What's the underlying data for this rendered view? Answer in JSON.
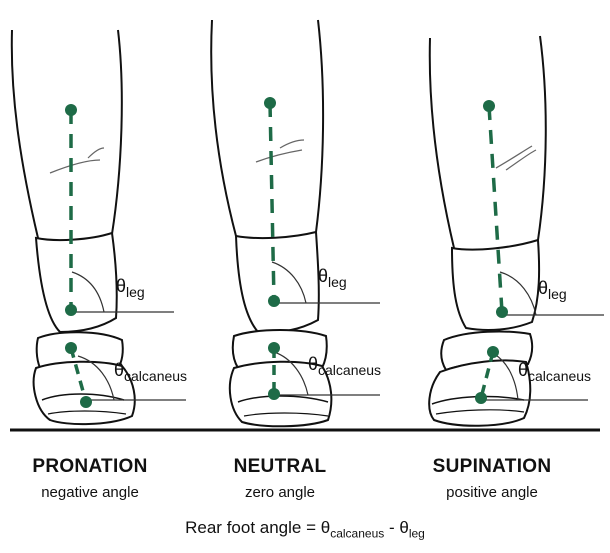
{
  "panels": [
    {
      "title": "PRONATION",
      "subtitle": "negative angle",
      "theta_symbol": "θ",
      "leg_subscript": "leg",
      "calc_subscript": "calcaneus"
    },
    {
      "title": "NEUTRAL",
      "subtitle": "zero angle",
      "theta_symbol": "θ",
      "leg_subscript": "leg",
      "calc_subscript": "calcaneus"
    },
    {
      "title": "SUPINATION",
      "subtitle": "positive angle",
      "theta_symbol": "θ",
      "leg_subscript": "leg",
      "calc_subscript": "calcaneus"
    }
  ],
  "formula": {
    "prefix": "Rear foot angle = ",
    "theta1": "θ",
    "sub1": "calcaneus",
    "minus": " - ",
    "theta2": "θ",
    "sub2": "leg"
  },
  "colors": {
    "marker": "#1e6b47",
    "outline": "#111111",
    "ground": "#111111"
  }
}
